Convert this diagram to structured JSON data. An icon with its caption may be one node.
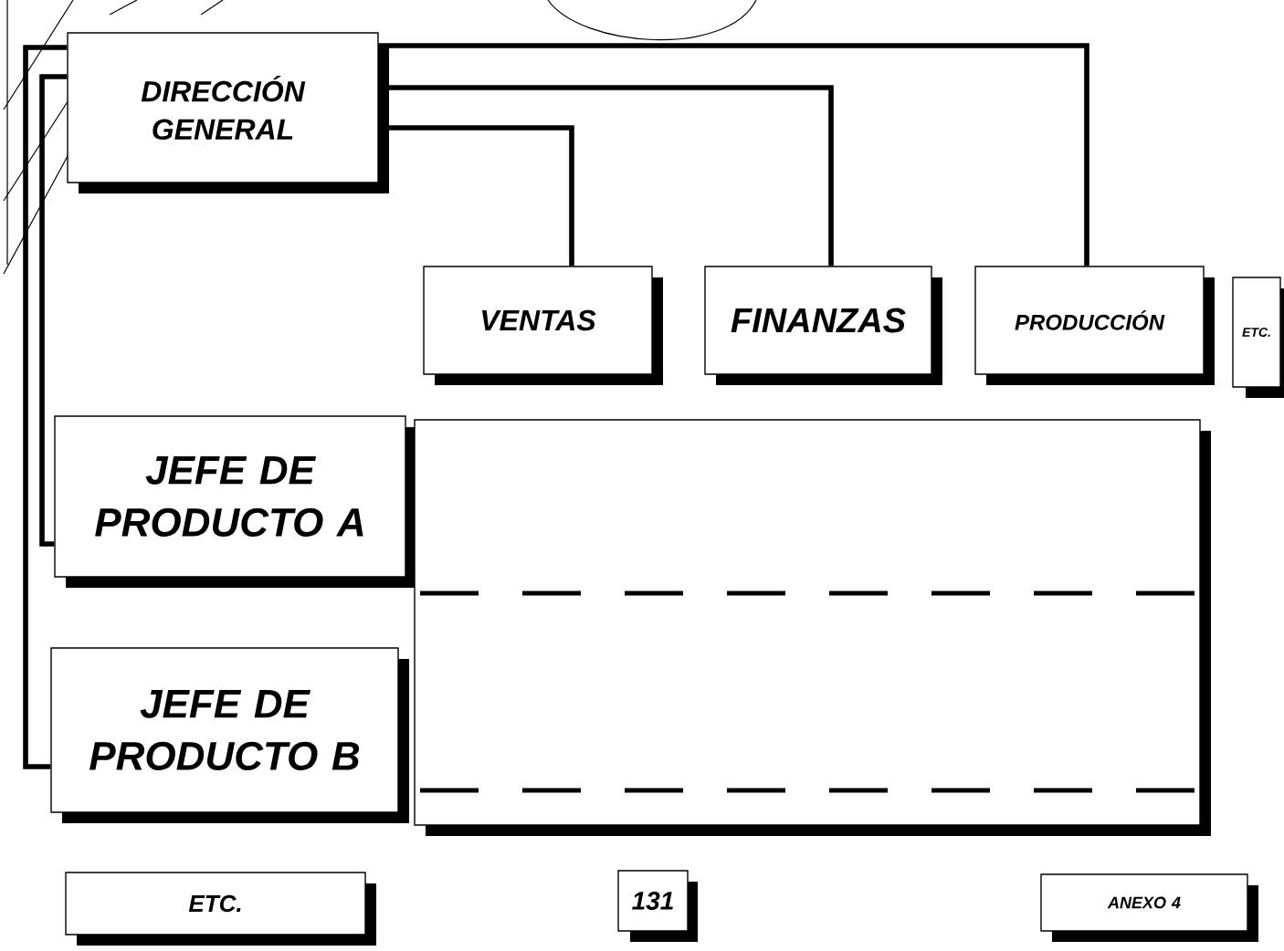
{
  "diagram": {
    "nodes": [
      {
        "text": [
          "DIRECCIÓN GENERAL"
        ]
      },
      {
        "text": [
          "VENTAS"
        ]
      },
      {
        "text": [
          "FINANZAS"
        ]
      },
      {
        "text": [
          "PRODUCCIÓN"
        ]
      },
      {
        "text": [
          "ETC."
        ]
      },
      {
        "text": [
          "JEFE DE PRODUCTO A"
        ]
      },
      {
        "text": [
          "JEFE DE PRODUCTO B"
        ]
      },
      {
        "text": [],
        "shape": "box"
      },
      {
        "text": [
          "ETC."
        ]
      },
      {
        "text": [
          "131"
        ]
      },
      {
        "text": [
          "ANEXO 4"
        ]
      }
    ],
    "edges": [
      {
        "from": 0,
        "to": 1,
        "arrow": "none"
      },
      {
        "from": 0,
        "to": 2,
        "arrow": "none"
      },
      {
        "from": 0,
        "to": 3,
        "arrow": "none"
      },
      {
        "from": 0,
        "to": 5,
        "arrow": "none"
      },
      {
        "from": 0,
        "to": 6,
        "arrow": "none"
      }
    ]
  }
}
